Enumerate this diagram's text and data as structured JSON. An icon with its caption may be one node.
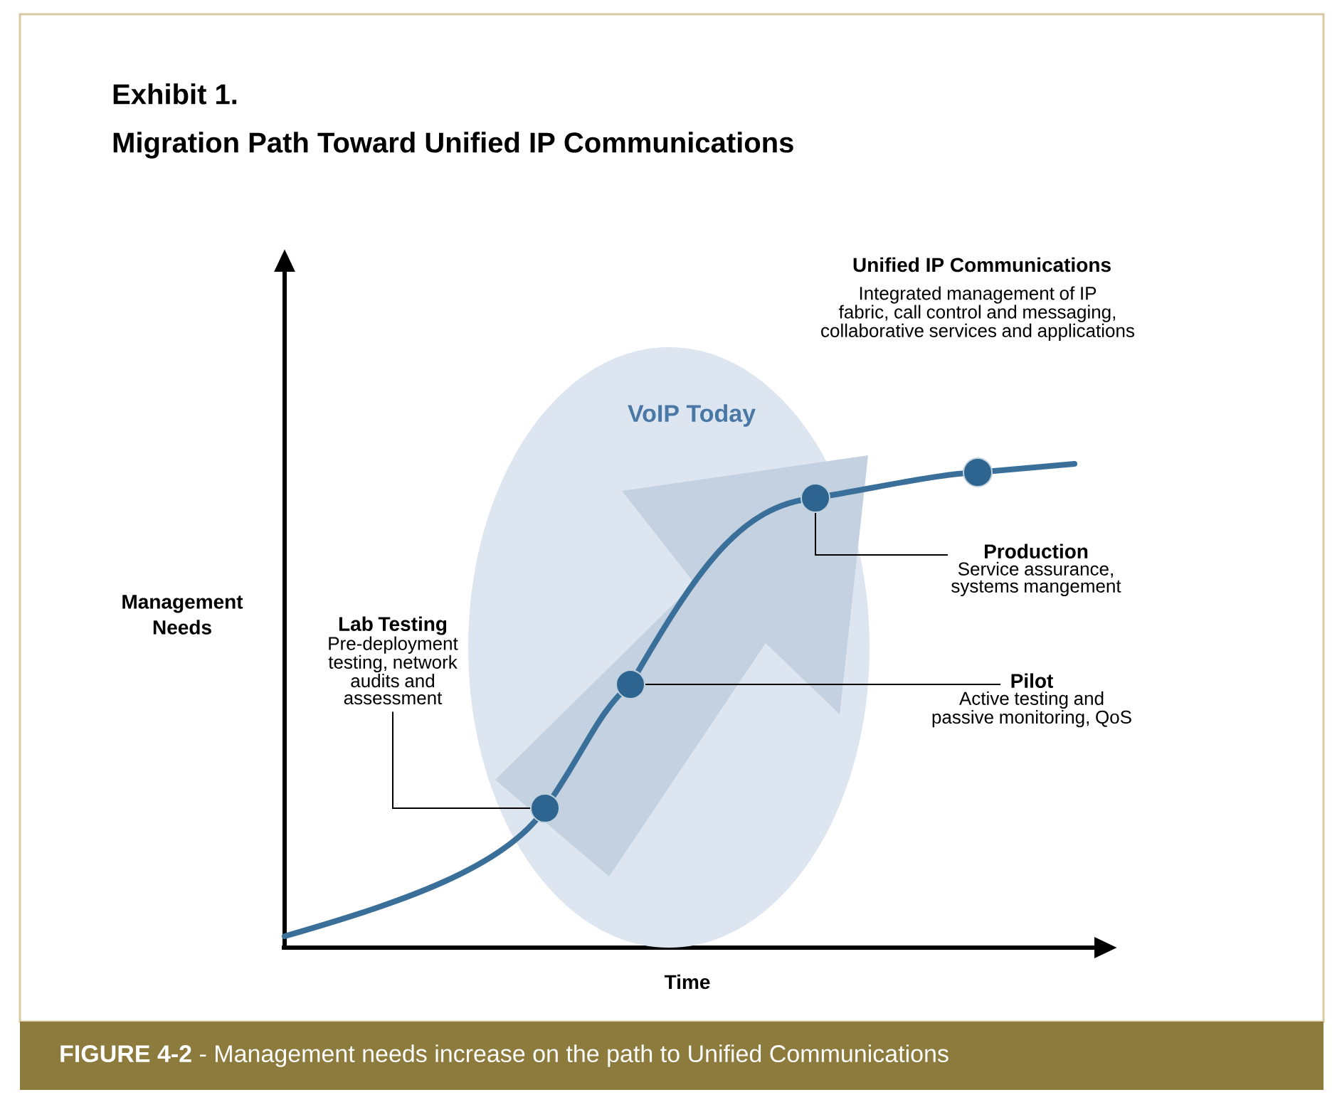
{
  "diagram": {
    "title": "Migration Path Toward Unified IP Communications",
    "caption": "**FIGURE 4-2** - Management needs increase on the path to Unified Communications",
    "nodes": [
      {
        "text": [
          "VoIP Today"
        ]
      },
      {
        "text": [
          "Lab Testing",
          "Pre-deployment testing, network audits and assessment"
        ]
      },
      {
        "text": [],
        "shape": "circle",
        "in": 0
      },
      {
        "text": [],
        "shape": "circle",
        "in": 0
      },
      {
        "text": [
          "Pilot",
          "Active testing and passive monitoring, QoS"
        ]
      },
      {
        "text": [],
        "shape": "circle",
        "in": 0
      },
      {
        "text": [
          "Production",
          "Service assurance, systems mangement"
        ]
      },
      {
        "text": [],
        "shape": "circle"
      }
    ],
    "edges": [
      {
        "from": 1,
        "to": 2,
        "arrow": "none"
      },
      {
        "from": 3,
        "to": 4,
        "arrow": "none"
      },
      {
        "from": 5,
        "to": 6,
        "arrow": "none"
      }
    ],
    "labels": [
      "Exhibit 1.",
      "Unified IP Communications",
      "Integrated management of IP fabric, call control and messaging, collaborative services and applications",
      "Management Needs",
      "Time"
    ]
  }
}
